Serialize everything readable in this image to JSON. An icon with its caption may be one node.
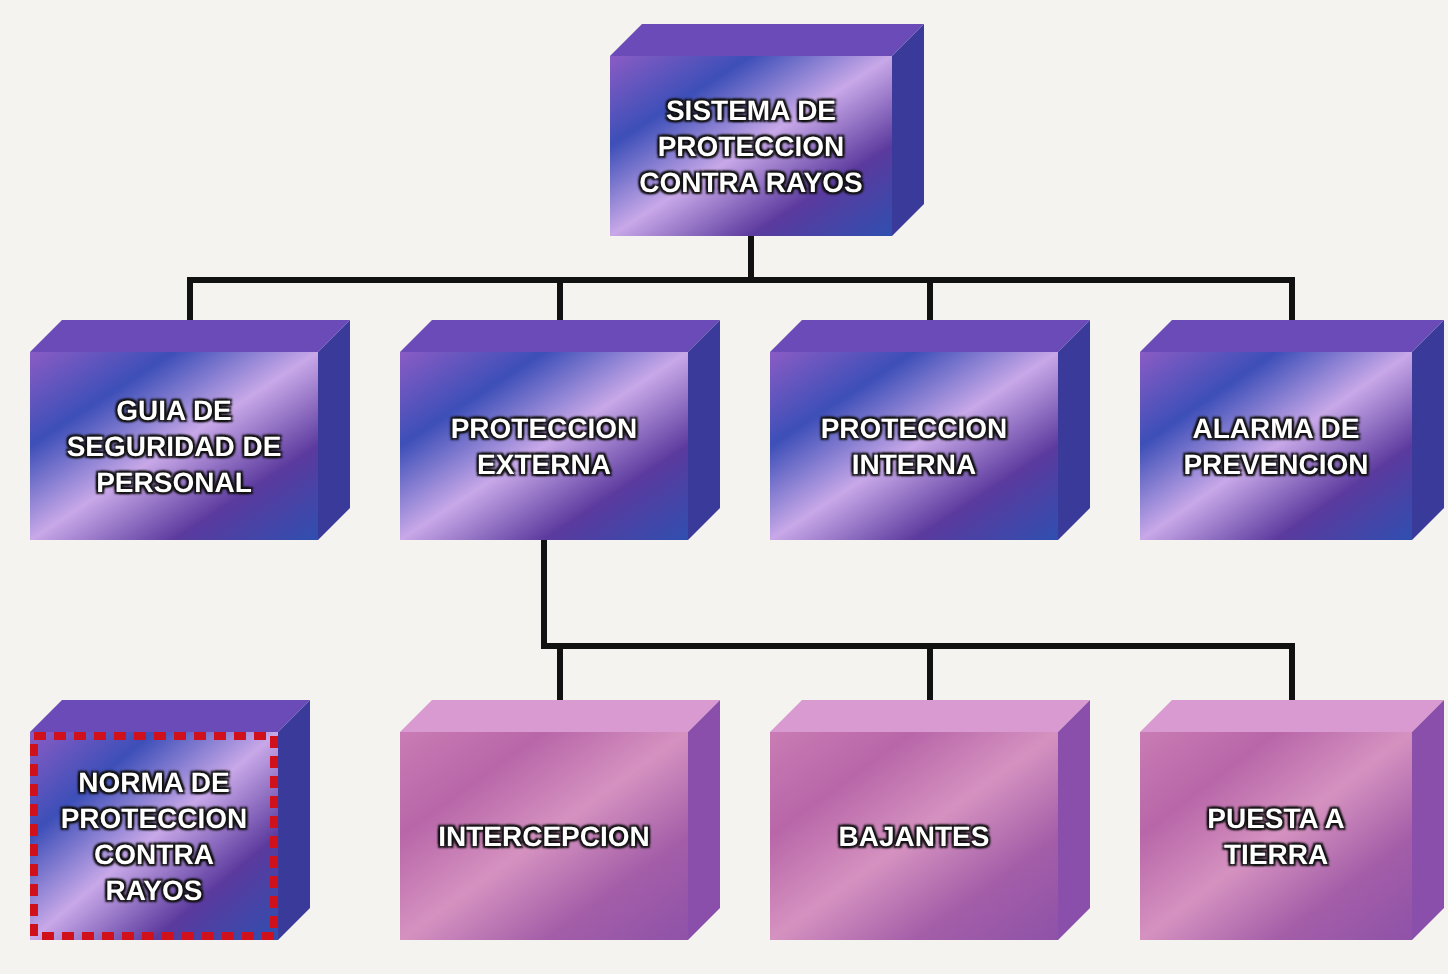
{
  "diagram": {
    "nodes": [
      {
        "text": [
          "SISTEMA DE PROTECCION CONTRA RAYOS"
        ]
      },
      {
        "text": [
          "GUIA DE SEGURIDAD DE PERSONAL"
        ]
      },
      {
        "text": [
          "PROTECCION EXTERNA"
        ]
      },
      {
        "text": [
          "PROTECCION INTERNA"
        ]
      },
      {
        "text": [
          "ALARMA DE PREVENCION"
        ]
      },
      {
        "text": [
          "NORMA DE PROTECCION CONTRA RAYOS"
        ]
      },
      {
        "text": [
          "INTERCEPCION"
        ]
      },
      {
        "text": [
          "BAJANTES"
        ]
      },
      {
        "text": [
          "PUESTA A TIERRA"
        ]
      }
    ],
    "edges": [
      {
        "from": 0,
        "to": 1,
        "arrow": "none"
      },
      {
        "from": 0,
        "to": 2,
        "arrow": "none"
      },
      {
        "from": 0,
        "to": 3,
        "arrow": "none"
      },
      {
        "from": 0,
        "to": 4,
        "arrow": "none"
      },
      {
        "from": 2,
        "to": 6,
        "arrow": "none"
      },
      {
        "from": 2,
        "to": 7,
        "arrow": "none"
      },
      {
        "from": 2,
        "to": 8,
        "arrow": "none"
      }
    ]
  }
}
